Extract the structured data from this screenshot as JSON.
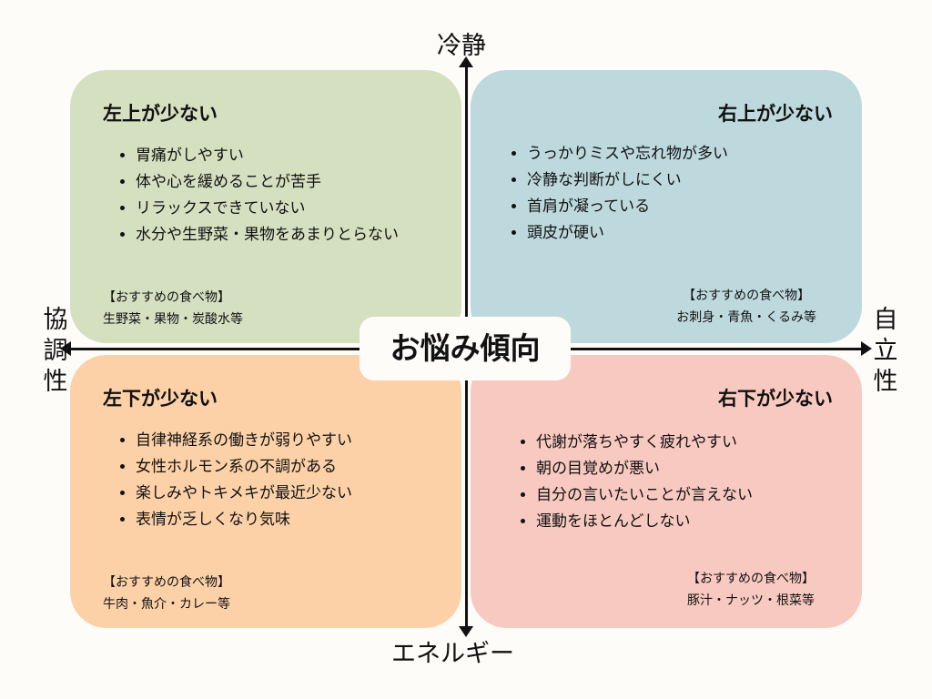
{
  "axes": {
    "top": "冷静",
    "bottom": "エネルギー",
    "left": "協調性",
    "right": "自立性"
  },
  "center": "お悩み傾向",
  "quadrants": {
    "top_left": {
      "title": "左上が少ない",
      "items": [
        "胃痛がしやすい",
        "体や心を緩めることが苦手",
        "リラックスできていない",
        "水分や生野菜・果物をあまりとらない"
      ],
      "food_label": "【おすすめの食べ物】",
      "food": "生野菜・果物・炭酸水等",
      "color": "#d5e0c1"
    },
    "top_right": {
      "title": "右上が少ない",
      "items": [
        "うっかりミスや忘れ物が多い",
        "冷静な判断がしにくい",
        "首肩が凝っている",
        "頭皮が硬い"
      ],
      "food_label": "【おすすめの食べ物】",
      "food": "お刺身・青魚・くるみ等",
      "color": "#bed9dd"
    },
    "bottom_left": {
      "title": "左下が少ない",
      "items": [
        "自律神経系の働きが弱りやすい",
        "女性ホルモン系の不調がある",
        "楽しみやトキメキが最近少ない",
        "表情が乏しくなり気味"
      ],
      "food_label": "【おすすめの食べ物】",
      "food": "牛肉・魚介・カレー等",
      "color": "#fcd1a8"
    },
    "bottom_right": {
      "title": "右下が少ない",
      "items": [
        "代謝が落ちやすく疲れやすい",
        "朝の目覚めが悪い",
        "自分の言いたいことが言えない",
        "運動をほとんどしない"
      ],
      "food_label": "【おすすめの食べ物】",
      "food": "豚汁・ナッツ・根菜等",
      "color": "#f8c9c0"
    }
  }
}
